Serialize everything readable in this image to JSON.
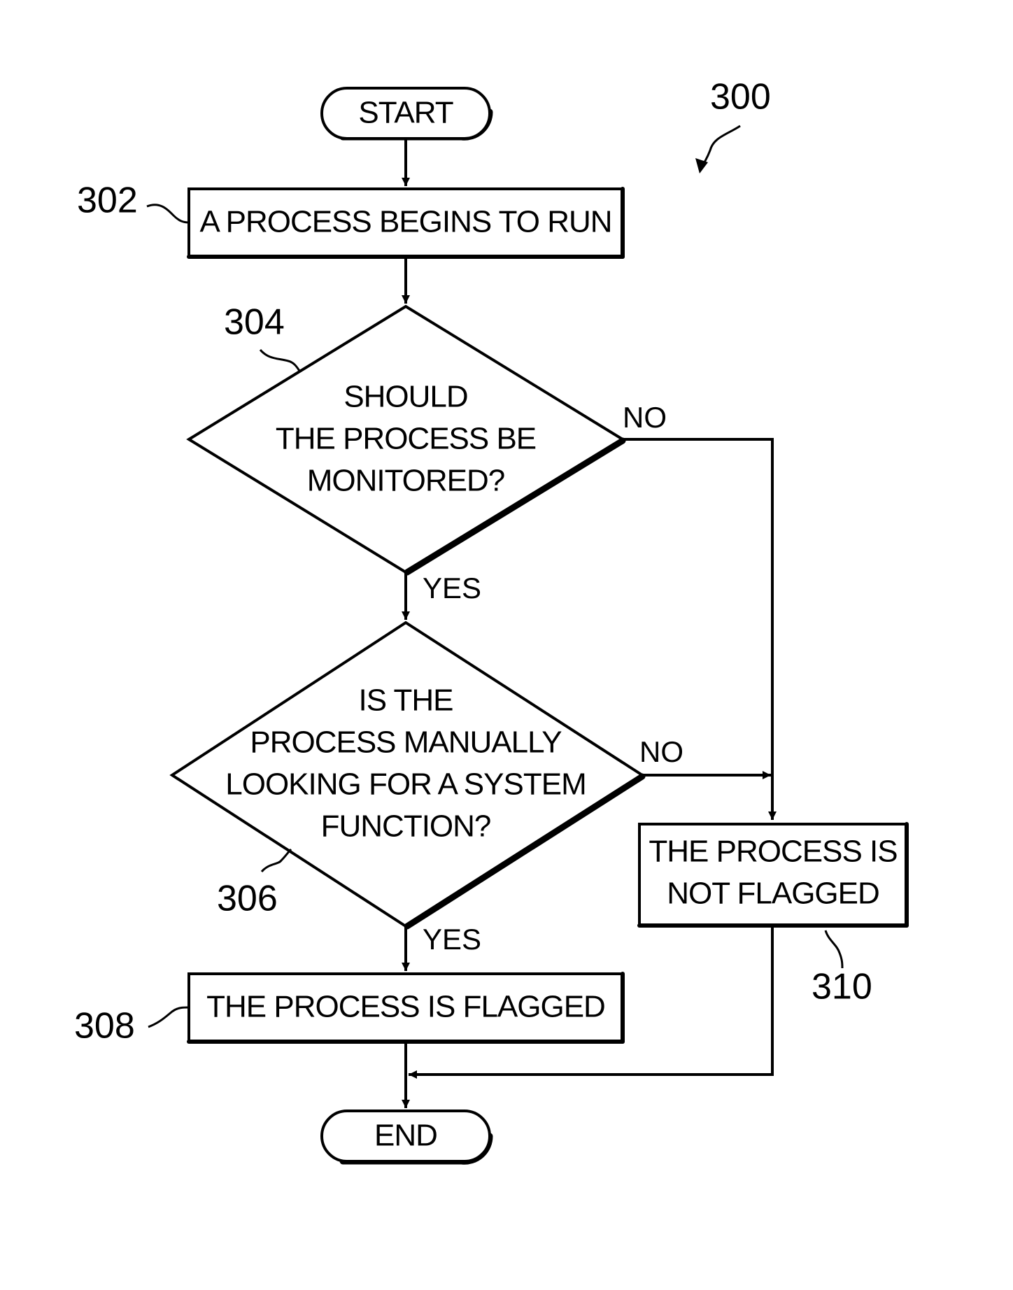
{
  "figure_number": "300",
  "nodes": {
    "start": {
      "label": "START"
    },
    "step_302": {
      "ref": "302",
      "label": "A PROCESS BEGINS TO RUN"
    },
    "decision_304": {
      "ref": "304",
      "lines": [
        "SHOULD",
        "THE PROCESS BE",
        "MONITORED?"
      ]
    },
    "decision_306": {
      "ref": "306",
      "lines": [
        "IS THE",
        "PROCESS MANUALLY",
        "LOOKING FOR A SYSTEM",
        "FUNCTION?"
      ]
    },
    "step_308": {
      "ref": "308",
      "label": "THE PROCESS IS FLAGGED"
    },
    "step_310": {
      "ref": "310",
      "lines": [
        "THE PROCESS IS",
        "NOT FLAGGED"
      ]
    },
    "end": {
      "label": "END"
    }
  },
  "branches": {
    "d304_yes": "YES",
    "d304_no": "NO",
    "d306_yes": "YES",
    "d306_no": "NO"
  }
}
